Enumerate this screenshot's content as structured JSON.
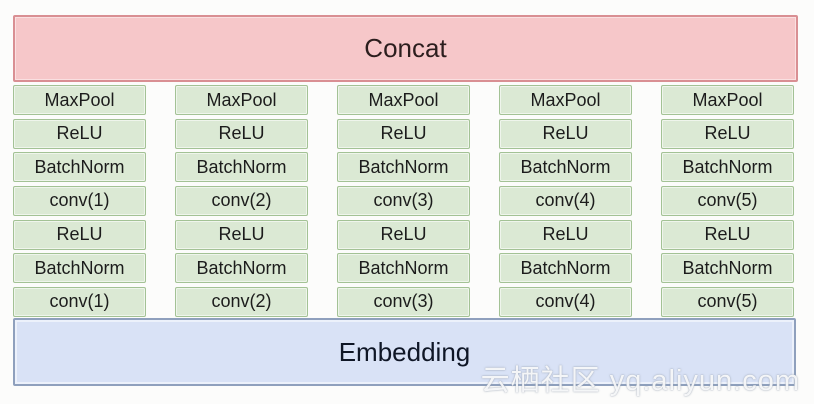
{
  "concat": {
    "label": "Concat"
  },
  "embedding": {
    "label": "Embedding"
  },
  "columns": [
    {
      "layers": [
        "MaxPool",
        "ReLU",
        "BatchNorm",
        "conv(1)",
        "ReLU",
        "BatchNorm",
        "conv(1)"
      ]
    },
    {
      "layers": [
        "MaxPool",
        "ReLU",
        "BatchNorm",
        "conv(2)",
        "ReLU",
        "BatchNorm",
        "conv(2)"
      ]
    },
    {
      "layers": [
        "MaxPool",
        "ReLU",
        "BatchNorm",
        "conv(3)",
        "ReLU",
        "BatchNorm",
        "conv(3)"
      ]
    },
    {
      "layers": [
        "MaxPool",
        "ReLU",
        "BatchNorm",
        "conv(4)",
        "ReLU",
        "BatchNorm",
        "conv(4)"
      ]
    },
    {
      "layers": [
        "MaxPool",
        "ReLU",
        "BatchNorm",
        "conv(5)",
        "ReLU",
        "BatchNorm",
        "conv(5)"
      ]
    }
  ],
  "watermark": "云栖社区 yq.aliyun.com",
  "colors": {
    "concat_fill": "#f6c7c9",
    "concat_border": "#d98f93",
    "layer_fill": "#dbe9d4",
    "layer_border": "#a3c295",
    "embedding_fill": "#d9e2f6",
    "embedding_border": "#8fa0bd"
  }
}
